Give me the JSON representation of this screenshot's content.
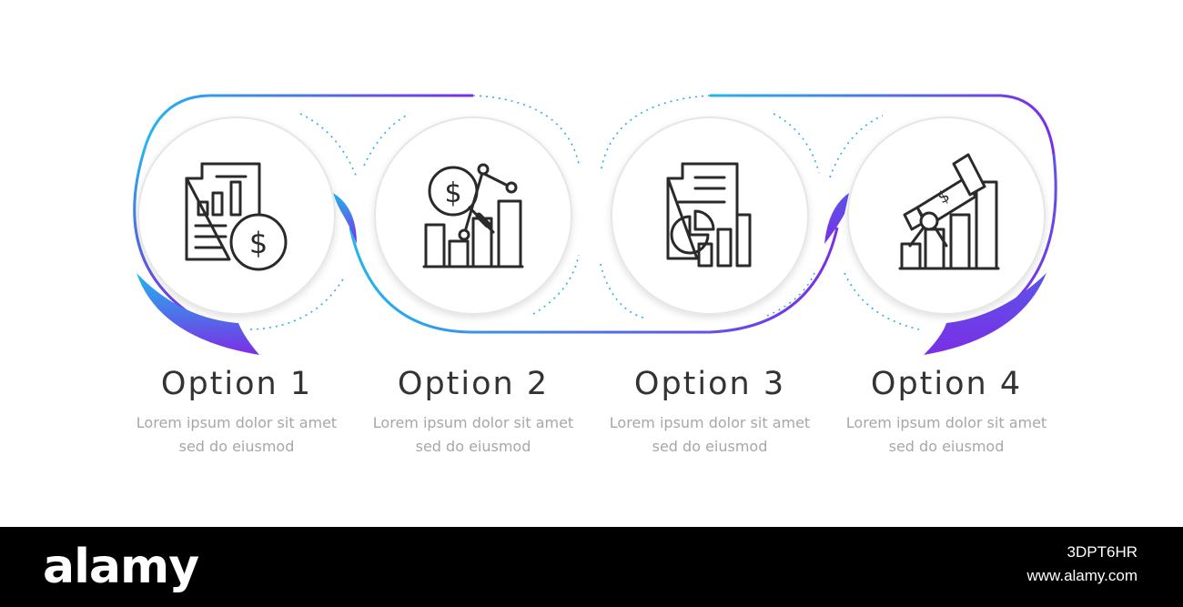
{
  "options": [
    {
      "title": "Option 1",
      "desc_line1": "Lorem ipsum dolor sit amet",
      "desc_line2": "sed do eiusmod",
      "icon": "financial-report-dollar-icon"
    },
    {
      "title": "Option 2",
      "desc_line1": "Lorem ipsum dolor sit amet",
      "desc_line2": "sed do eiusmod",
      "icon": "market-analysis-magnifier-icon"
    },
    {
      "title": "Option 3",
      "desc_line1": "Lorem ipsum dolor sit amet",
      "desc_line2": "sed do eiusmod",
      "icon": "pie-chart-report-icon"
    },
    {
      "title": "Option 4",
      "desc_line1": "Lorem ipsum dolor sit amet",
      "desc_line2": "sed do eiusmod",
      "icon": "telescope-growth-chart-icon"
    }
  ],
  "colors": {
    "gradient_start": "#22b5ee",
    "gradient_end": "#7b2ee5",
    "dotted": "#29aee6",
    "icon_stroke": "#2a2a2a",
    "title": "#333333",
    "desc": "#a7a7a7"
  },
  "footer": {
    "brand": "alamy",
    "image_id": "3DPT6HR",
    "site": "www.alamy.com"
  }
}
